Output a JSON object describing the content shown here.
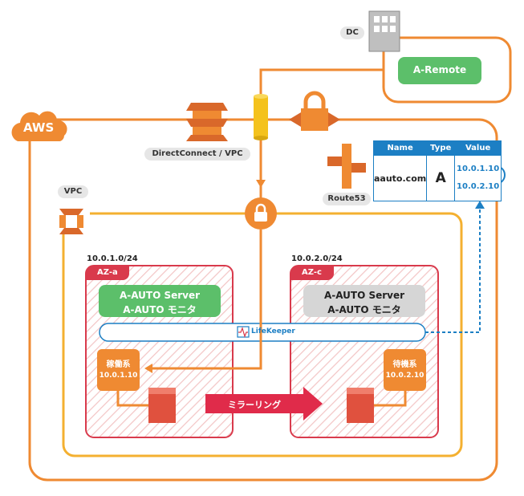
{
  "dc": {
    "label": "DC",
    "remote_box": "A-Remote"
  },
  "aws": {
    "label": "AWS"
  },
  "direct_connect": {
    "label": "DirectConnect / VPC"
  },
  "vpc": {
    "label": "VPC"
  },
  "route53": {
    "label": "Route53"
  },
  "dns_table": {
    "headers": [
      "Name",
      "Type",
      "Value"
    ],
    "row": {
      "name": "aauto.com",
      "type": "A",
      "values": [
        "10.0.1.10",
        "10.0.2.10"
      ]
    }
  },
  "subnet_a": {
    "cidr": "10.0.1.0/24",
    "az": "AZ-a",
    "server_line1": "A-AUTO Server",
    "server_line2": "A-AUTO モニタ",
    "node_role": "稼働系",
    "node_ip": "10.0.1.10"
  },
  "subnet_c": {
    "cidr": "10.0.2.0/24",
    "az": "AZ-c",
    "server_line1": "A-AUTO Server",
    "server_line2": "A-AUTO モニタ",
    "node_role": "待機系",
    "node_ip": "10.0.2.10"
  },
  "lifekeeper": {
    "label": "LifeKeeper"
  },
  "mirroring": {
    "label": "ミラーリング"
  },
  "colors": {
    "aws_orange": "#ef8a32",
    "vpc_yellow": "#f4b030",
    "subnet_red": "#d93a4c",
    "remote_green": "#5cbf6a",
    "standby_gray": "#d6d6d6",
    "dns_blue": "#1c7fc4"
  }
}
